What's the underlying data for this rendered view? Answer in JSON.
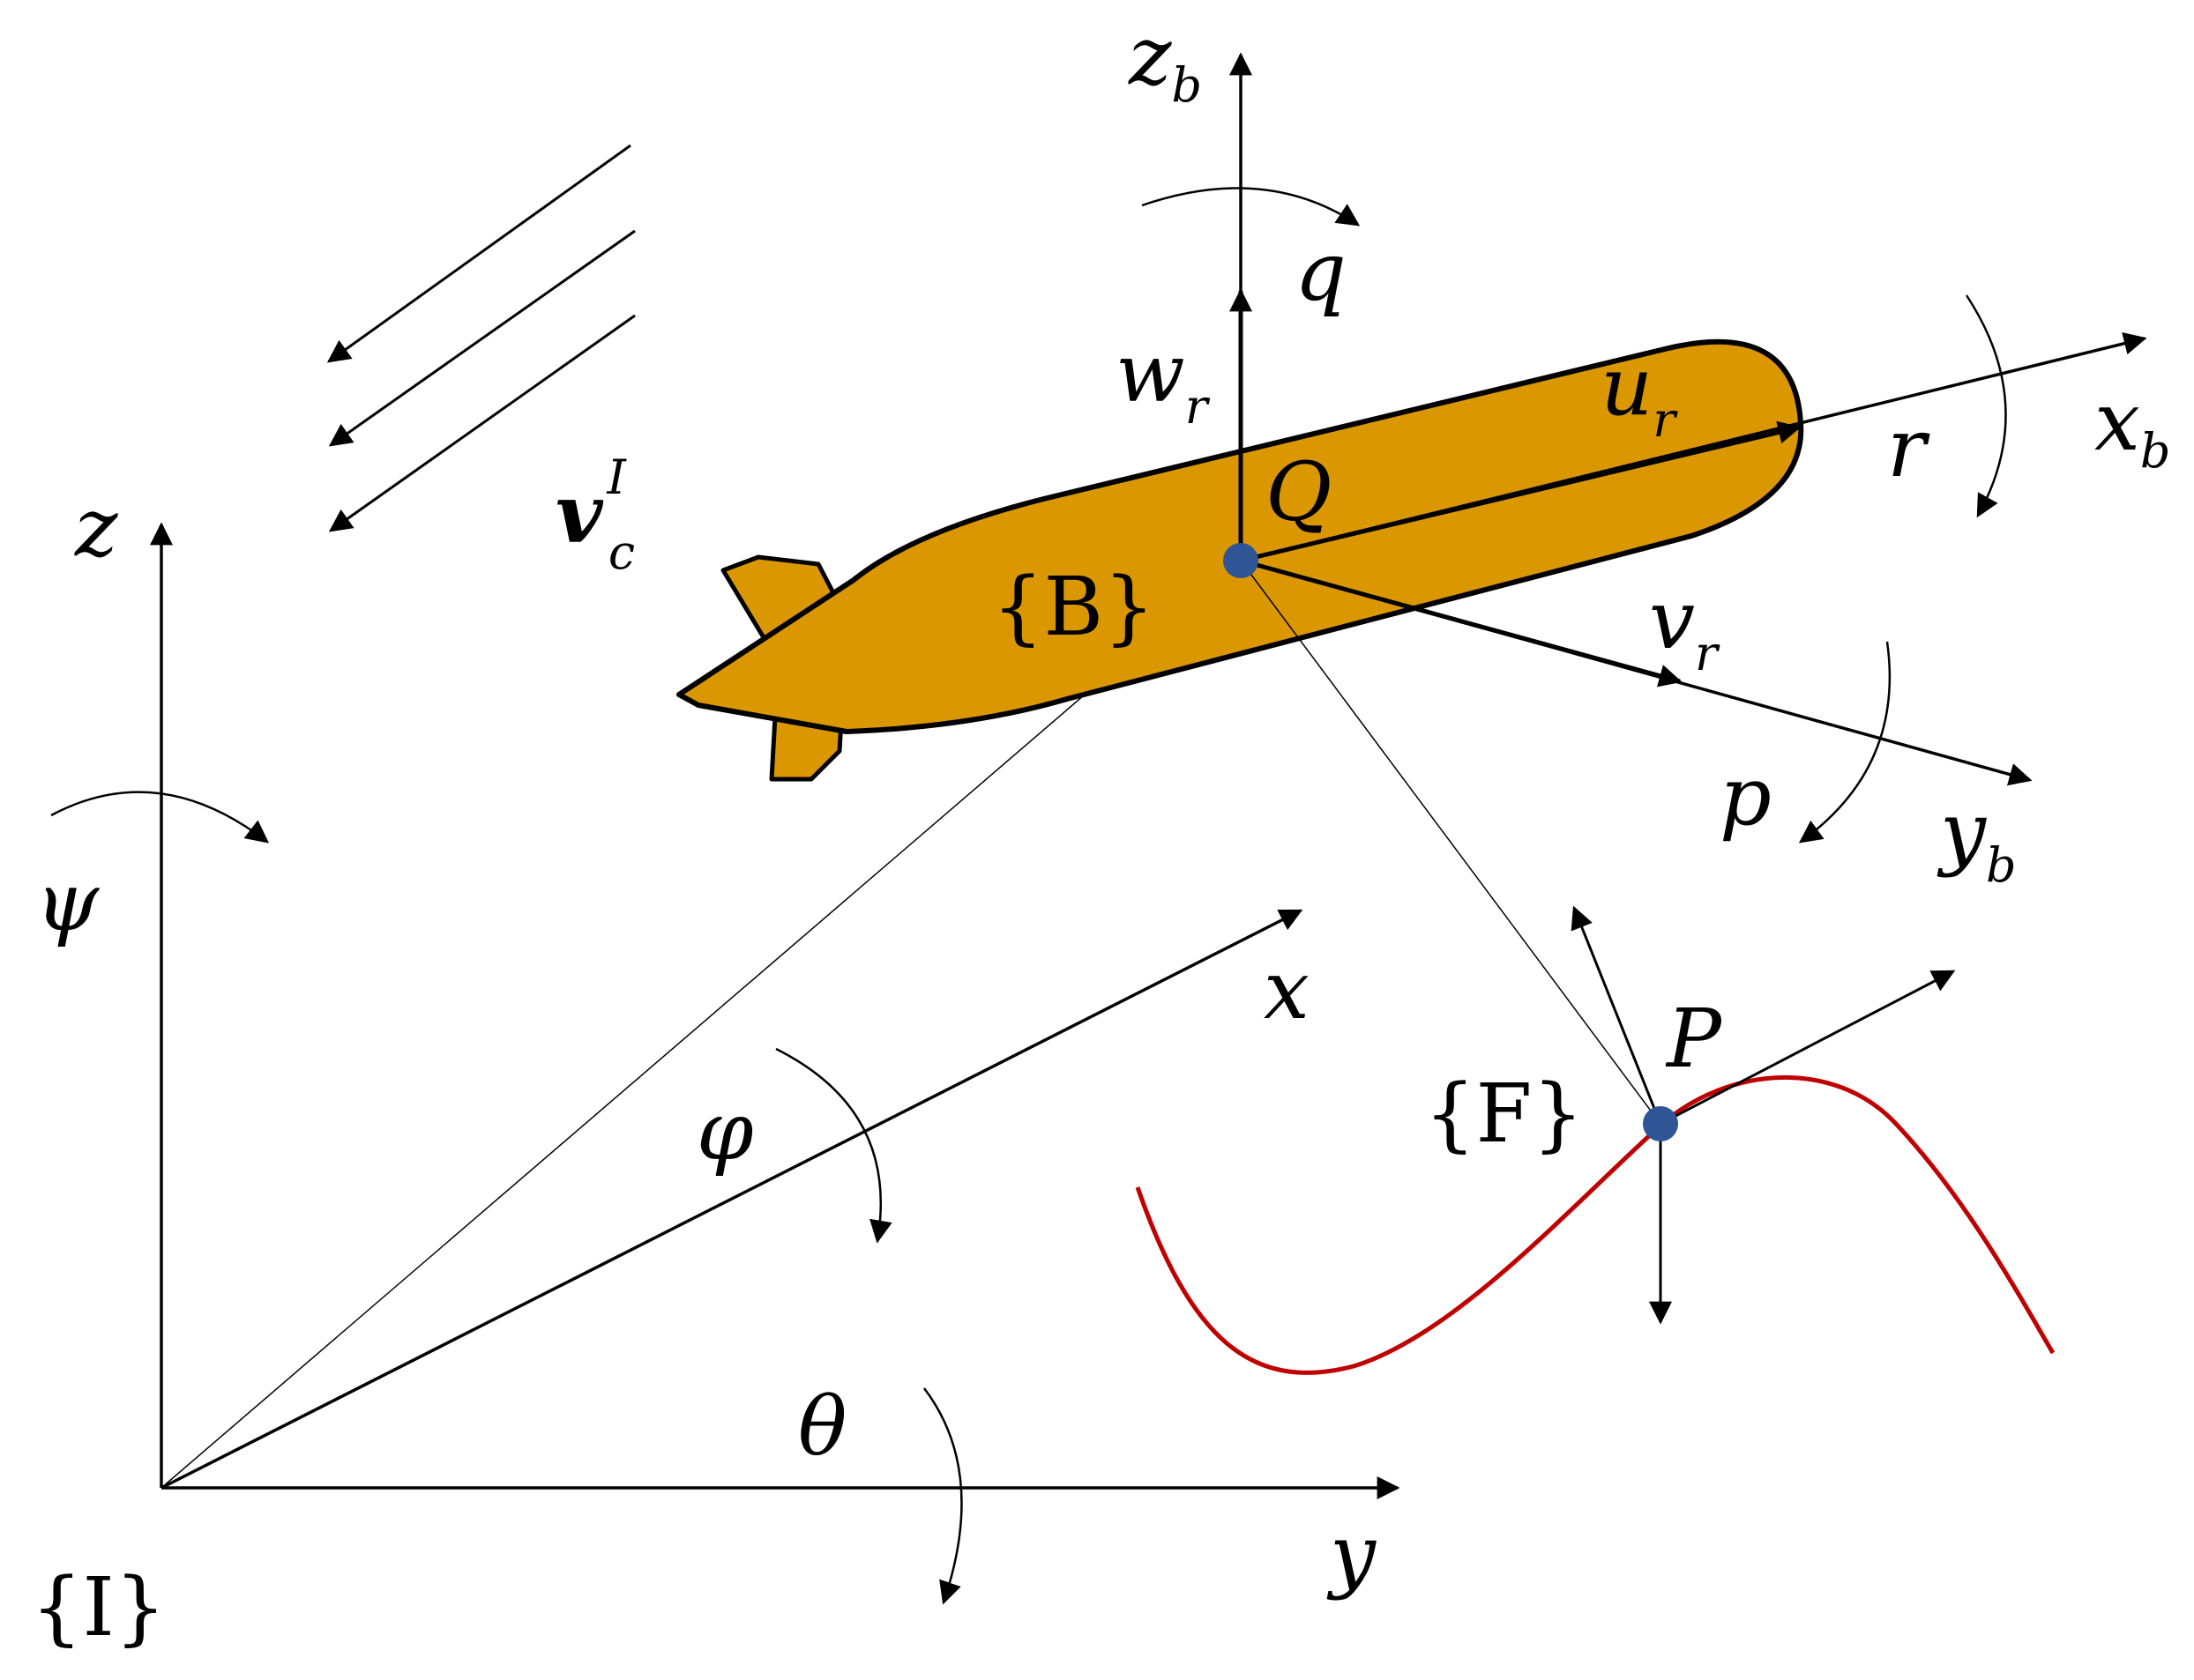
{
  "colors": {
    "vehicle_fill": "#DB9700",
    "vehicle_stroke": "#000000",
    "path_curve": "#C00000",
    "point_marker": "#2F5597",
    "axes": "#000000",
    "background": "#FFFFFF"
  },
  "inertial_frame": {
    "frame": "{I}",
    "x": "x",
    "y": "y",
    "z": "z",
    "psi": "ψ",
    "phi": "φ",
    "theta": "θ"
  },
  "body_frame": {
    "frame": "{B}",
    "origin": "Q",
    "xb": "x",
    "xb_sub": "b",
    "yb": "y",
    "yb_sub": "b",
    "zb": "z",
    "zb_sub": "b",
    "ur": "u",
    "ur_sub": "r",
    "vr": "v",
    "vr_sub": "r",
    "wr": "w",
    "wr_sub": "r",
    "p": "p",
    "q": "q",
    "r": "r"
  },
  "current": {
    "symbol": "v",
    "sub": "c",
    "sup": "I"
  },
  "path_frame": {
    "frame": "{F}",
    "point": "P"
  }
}
